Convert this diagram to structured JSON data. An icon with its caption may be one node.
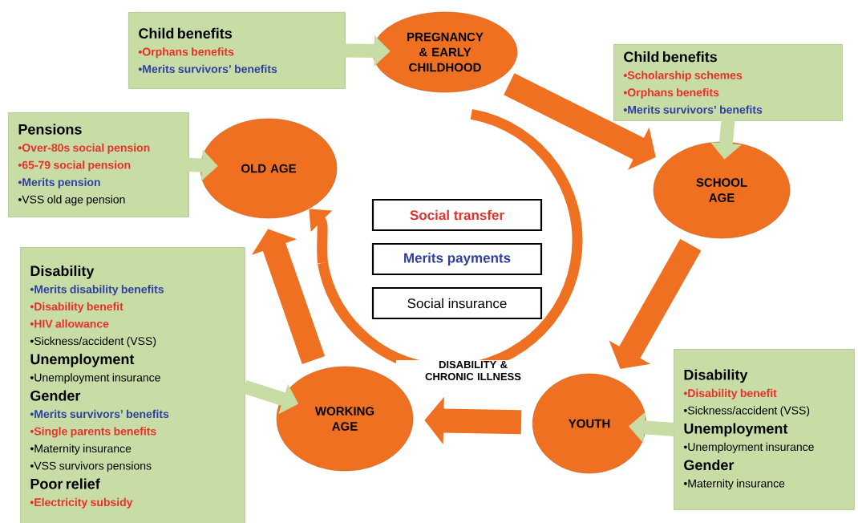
{
  "diagram": {
    "nodes": [
      {
        "text": [
          "PREGNANCY & EARLY CHILDHOOD"
        ]
      },
      {
        "text": [
          "SCHOOL AGE"
        ]
      },
      {
        "text": [
          "YOUTH"
        ]
      },
      {
        "text": [
          "WORKING AGE"
        ]
      },
      {
        "text": [
          "OLD AGE"
        ]
      },
      {
        "text": [
          "DISABILITY & CHRONIC ILLNESS"
        ]
      },
      {
        "text": [
          "Social transfer"
        ],
        "in": 5
      },
      {
        "text": [
          "Merits payments"
        ],
        "in": 5
      },
      {
        "text": [
          "Social insurance"
        ],
        "in": 5
      },
      {
        "text": [
          "Child benefits",
          "•Orphans benefits",
          "•Merits survivors’ benefits"
        ]
      },
      {
        "text": [
          "Child benefits",
          "•Scholarship schemes",
          "•Orphans benefits",
          "•Merits survivors’ benefits"
        ]
      },
      {
        "text": [
          "Pensions",
          "•Over-80s social pension",
          "•65-79 social pension",
          "•Merits pension",
          "•VSS old age pension"
        ]
      },
      {
        "text": [
          "Disability",
          "•Merits disability benefits",
          "•Disability benefit",
          "•HIV allowance",
          "•Sickness/accident (VSS)",
          "Unemployment",
          "•Unemployment insurance",
          "Gender",
          "•Merits survivors’ benefits",
          "•Single parents benefits",
          "•Maternity insurance",
          "•VSS survivors pensions",
          "Poor relief",
          "•Electricity subsidy"
        ]
      },
      {
        "text": [
          "Disability",
          "•Disability benefit",
          "•Sickness/accident (VSS)",
          "Unemployment",
          "•Unemployment insurance",
          "Gender",
          "•Maternity insurance"
        ]
      }
    ],
    "edges": [
      {
        "from": 0,
        "to": 1,
        "arrow": "to",
        "color": "#f07022"
      },
      {
        "from": 1,
        "to": 2,
        "arrow": "to",
        "color": "#f07022"
      },
      {
        "from": 2,
        "to": 3,
        "arrow": "to",
        "color": "#f07022"
      },
      {
        "from": 3,
        "to": 4,
        "arrow": "to",
        "color": "#f07022"
      },
      {
        "from": 5,
        "to": 4,
        "arrow": "to",
        "color": "#f07022"
      },
      {
        "from": 9,
        "to": 0,
        "arrow": "to",
        "color": "#c8dda6"
      },
      {
        "from": 10,
        "to": 1,
        "arrow": "to",
        "color": "#c8dda6"
      },
      {
        "from": 11,
        "to": 4,
        "arrow": "to",
        "color": "#c8dda6"
      },
      {
        "from": 12,
        "to": 3,
        "arrow": "to",
        "color": "#c8dda6"
      },
      {
        "from": 13,
        "to": 2,
        "arrow": "to",
        "color": "#c8dda6"
      }
    ]
  }
}
